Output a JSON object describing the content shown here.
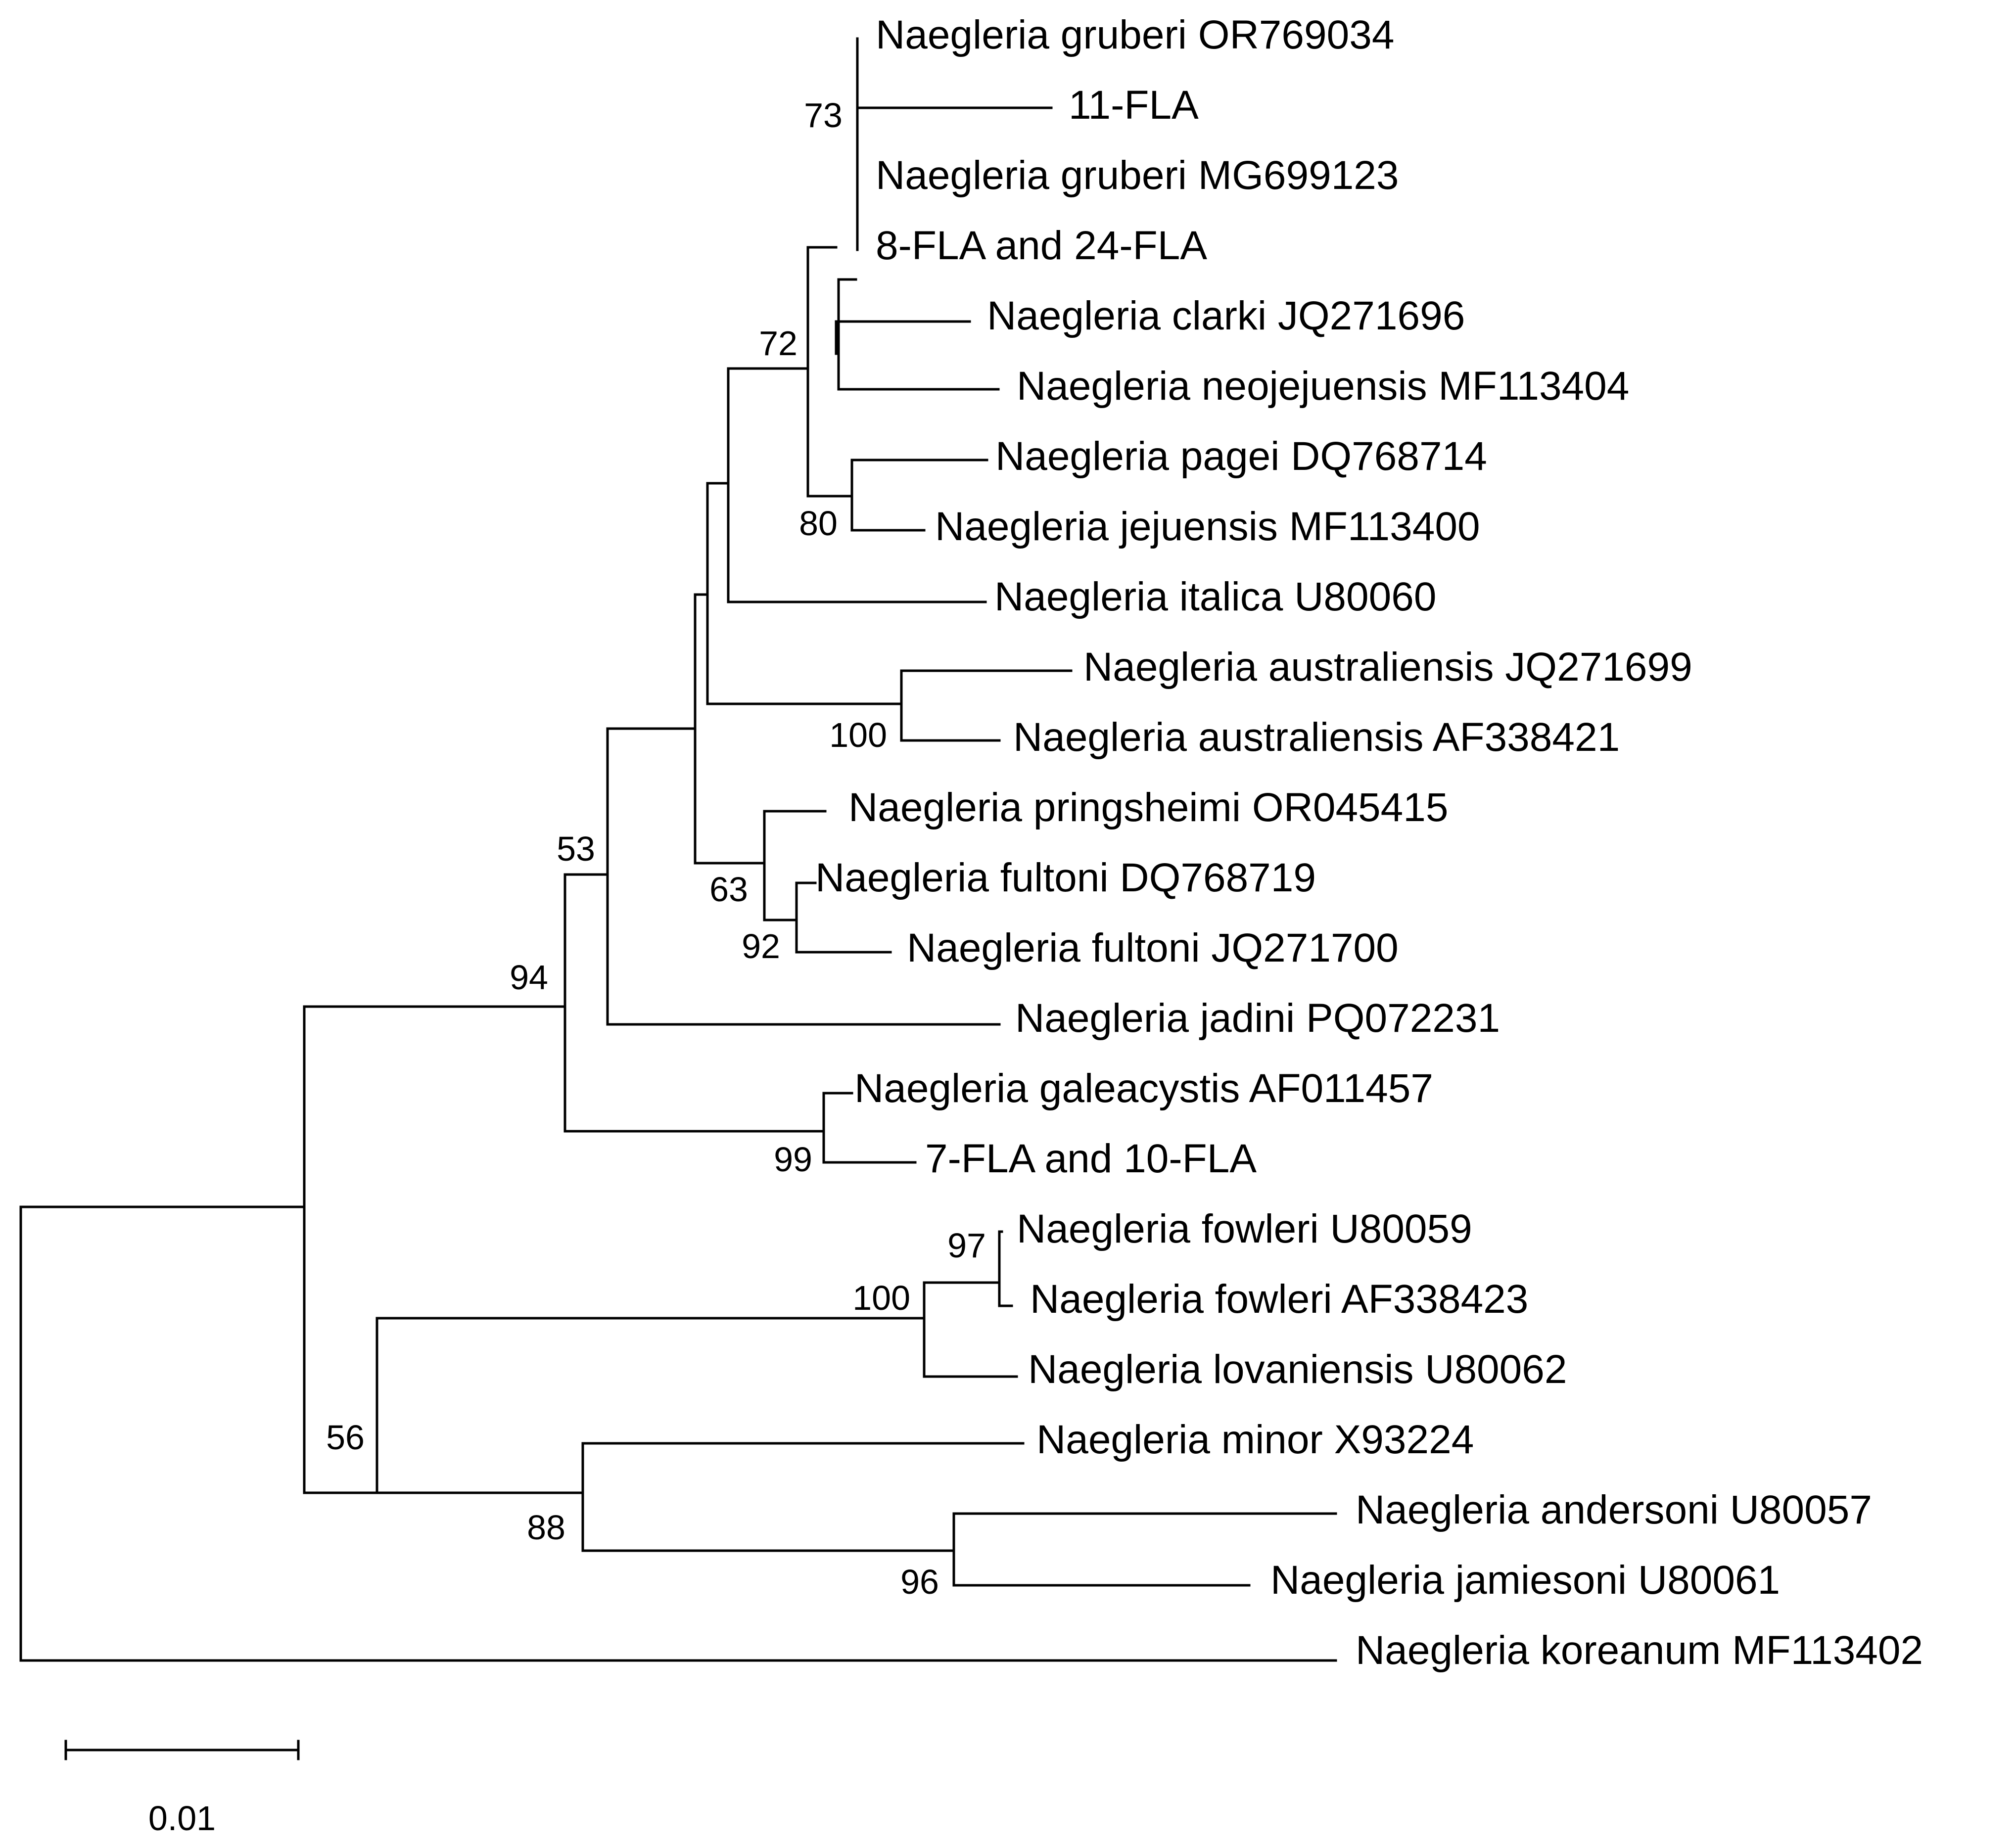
{
  "tree": {
    "taxa": [
      "Naegleria gruberi OR769034",
      "11-FLA",
      "Naegleria gruberi MG699123",
      "8-FLA and 24-FLA",
      "Naegleria clarki JQ271696",
      "Naegleria neojejuensis MF113404",
      "Naegleria pagei DQ768714",
      "Naegleria jejuensis MF113400",
      "Naegleria italica U80060",
      "Naegleria australiensis JQ271699",
      "Naegleria australiensis AF338421",
      "Naegleria pringsheimi OR045415",
      "Naegleria fultoni DQ768719",
      "Naegleria fultoni JQ271700",
      "Naegleria jadini PQ072231",
      "Naegleria galeacystis AF011457",
      "7-FLA and 10-FLA",
      "Naegleria fowleri U80059",
      "Naegleria fowleri AF338423",
      "Naegleria lovaniensis U80062",
      "Naegleria minor X93224",
      "Naegleria andersoni U80057",
      "Naegleria jamiesoni U80061",
      "Naegleria koreanum MF113402"
    ],
    "bootstrap": [
      "73",
      "72",
      "80",
      "100",
      "63",
      "92",
      "53",
      "94",
      "99",
      "97",
      "100",
      "56",
      "88",
      "96"
    ],
    "scale_bar_label": "0.01"
  }
}
